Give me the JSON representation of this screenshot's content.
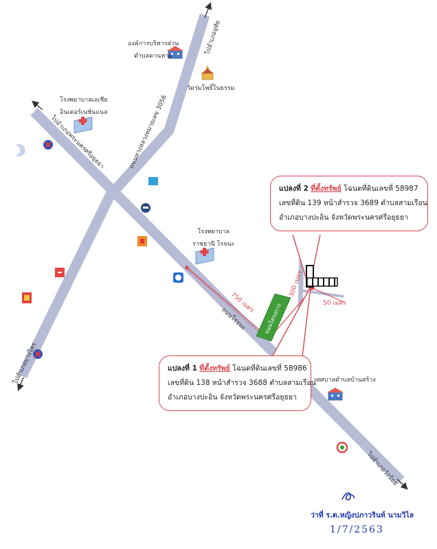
{
  "map": {
    "roads": {
      "to_ayutthaya_north": "ไปอำเภอพระนครศรีอยุธยา",
      "to_uthai": "ไปอำเภออุทัย",
      "highway_3056": "ถนนทางหลวงหมายเลข 3056",
      "to_bang_sai": "ไปอำเภอบางไทร",
      "to_wang_noi": "ไปอำเภอวังน้อย",
      "local_road": "ถนนโรจนะ"
    },
    "places": {
      "sao_office_line1": "องค์การบริหารส่วน",
      "sao_office_line2": "ตำบลคานหาม",
      "temple": "วัดร่มโพธิ์ในธรรม",
      "hospital_asia_line1": "โรงพยาบาลเอเชีย",
      "hospital_asia_line2": "อินเตอร์เนชั่นแนล",
      "hospital_ratchathani_line1": "โรงพยาบาล",
      "hospital_ratchathani_line2": "ราชธานี โรจนะ",
      "municipality": "เทศบาลตำบลบ้านสร้าง",
      "strip_label": "ถนนโครงการ"
    },
    "distances": {
      "d750": "750 เมตร",
      "d300": "300 เมตร",
      "d50": "50 เมตร"
    },
    "parcel1": {
      "title": "แปลงที่ 1",
      "subtitle": "ที่ตั้งทรัพย์",
      "line1_rest": "โฉนดที่ดินเลขที่ 58986",
      "line2": "เลขที่ดิน 138 หน้าสำรวจ 3688 ตำบลสามเรือน",
      "line3": "อำเภอบางปะอิน จังหวัดพระนครศรีอยุธยา"
    },
    "parcel2": {
      "title": "แปลงที่ 2",
      "subtitle": "ที่ตั้งทรัพย์",
      "line1_rest": "โฉนดที่ดินเลขที่ 58987",
      "line2": "เลขที่ดิน 139 หน้าสำรวจ 3689 ตำบลสามเรือน",
      "line3": "อำเภอบางปะอิน จังหวัดพระนครศรีอยุธยา"
    },
    "signature": {
      "name": "ว่าที่ ร.ต.หญิงปภาวรินท์ นามวิไล",
      "date": "1/7/2563"
    },
    "colors": {
      "road": "#b6bbd6",
      "accent_red": "#d4484f",
      "parcel_green": "#3f9e3a",
      "signature_blue": "#1d35a8"
    }
  }
}
